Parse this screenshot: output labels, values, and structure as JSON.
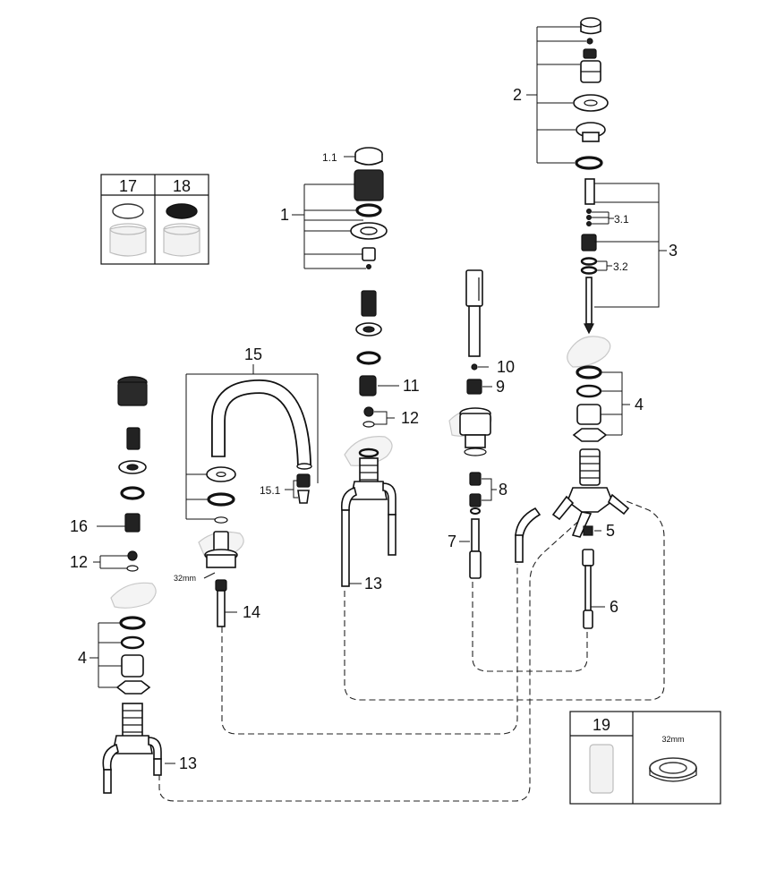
{
  "labels": {
    "p1": "1",
    "p1_1": "1.1",
    "p2": "2",
    "p3": "3",
    "p3_1": "3.1",
    "p3_2": "3.2",
    "p4_right": "4",
    "p4_left": "4",
    "p5": "5",
    "p6": "6",
    "p7": "7",
    "p8": "8",
    "p9": "9",
    "p10": "10",
    "p11": "11",
    "p12_mid": "12",
    "p12_left": "12",
    "p13_mid": "13",
    "p13_left": "13",
    "p14": "14",
    "p15": "15",
    "p15_1": "15.1",
    "p16": "16",
    "p17": "17",
    "p18": "18",
    "p19": "19"
  },
  "dimensions": {
    "spout_nut": "32mm",
    "box19_nut": "32mm"
  }
}
